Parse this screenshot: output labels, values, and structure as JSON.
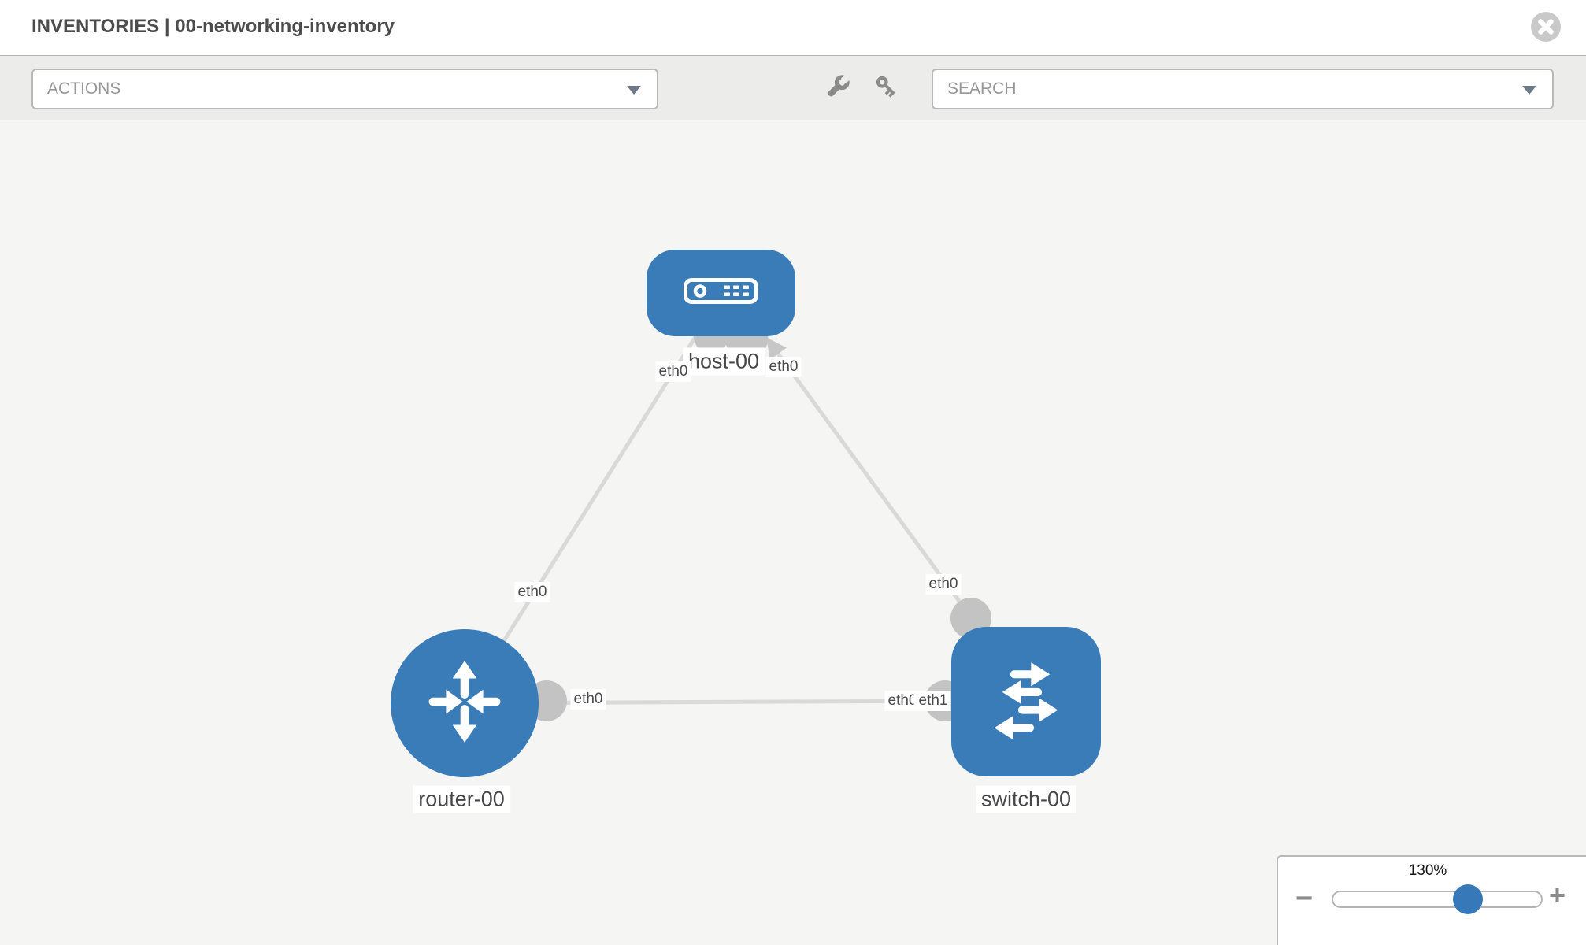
{
  "header": {
    "title": "INVENTORIES | 00-networking-inventory",
    "close_icon": "close-circle-icon"
  },
  "toolbar": {
    "actions_label": "ACTIONS",
    "search_placeholder": "SEARCH",
    "wrench_icon": "wrench-icon",
    "key_icon": "key-icon",
    "caret_icon": "chevron-down-icon"
  },
  "topology": {
    "nodes": [
      {
        "id": "host-00",
        "label": "host-00",
        "type": "host",
        "shape": "rounded-rectangle",
        "icon": "server-icon",
        "color": "#3a7cb8"
      },
      {
        "id": "router-00",
        "label": "router-00",
        "type": "router",
        "shape": "circle",
        "icon": "router-arrows-icon",
        "color": "#3a7cb8"
      },
      {
        "id": "switch-00",
        "label": "switch-00",
        "type": "switch",
        "shape": "rounded-square",
        "icon": "switch-arrows-icon",
        "color": "#3a7cb8"
      }
    ],
    "links": [
      {
        "from": "router-00",
        "from_interface": "eth0",
        "to": "host-00",
        "to_interface": "eth0"
      },
      {
        "from": "switch-00",
        "from_interface": "eth0",
        "to": "host-00",
        "to_interface": "eth0"
      },
      {
        "from": "router-00",
        "from_interface": "eth0",
        "to": "switch-00",
        "to_interface": "eth1",
        "overlapped_interface_label": "eth0"
      }
    ]
  },
  "zoom_control": {
    "value": "130%",
    "minus_label": "−",
    "plus_label": "+"
  },
  "colors": {
    "node_blue": "#3a7cb8",
    "link_gray": "#d9d9d9",
    "interface_dot_gray": "#c3c3c3",
    "toolbar_bg": "#ececeb",
    "canvas_bg": "#f5f5f3",
    "slider_thumb_blue": "#3779b8"
  }
}
